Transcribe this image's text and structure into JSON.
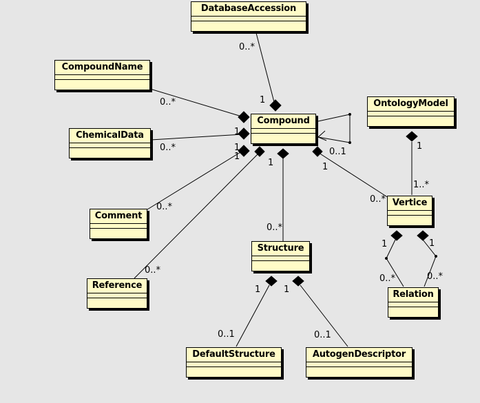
{
  "classes": {
    "database_accession": "DatabaseAccession",
    "compound_name": "CompoundName",
    "chemical_data": "ChemicalData",
    "compound": "Compound",
    "ontology_model": "OntologyModel",
    "comment": "Comment",
    "reference": "Reference",
    "structure": "Structure",
    "vertice": "Vertice",
    "relation": "Relation",
    "default_structure": "DefaultStructure",
    "autogen_descriptor": "AutogenDescriptor"
  },
  "multiplicities": {
    "database_accession_end": "0..*",
    "database_accession_compound_end": "1",
    "compound_name_end": "0..*",
    "chemical_data_compound_end": "1",
    "chemical_data_end": "0..*",
    "comment_compound_end": "1",
    "reference_compound_end": "1",
    "comment_end": "0..*",
    "reference_end": "0..*",
    "structure_compound_end": "1",
    "structure_end": "0..*",
    "self_assoc_end": "0..1",
    "vertice_compound_end": "1",
    "vertice_end": "0..*",
    "ontology_model_end": "1",
    "ontology_vertice_end": "1..*",
    "vertice_relation_left_end": "1",
    "vertice_relation_right_end": "1",
    "relation_left_end": "0..*",
    "relation_right_end": "0..*",
    "structure_default_end": "1",
    "structure_autogen_end": "1",
    "default_structure_end": "0..1",
    "autogen_descriptor_end": "0..1"
  }
}
